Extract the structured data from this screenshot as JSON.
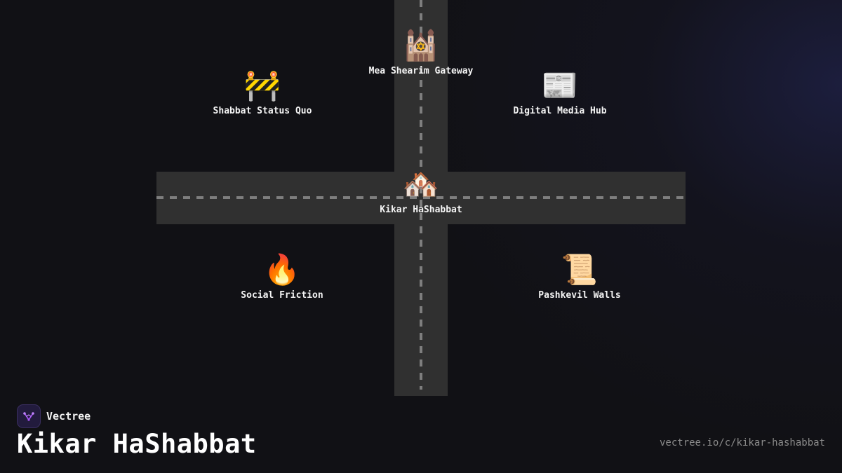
{
  "map": {
    "nodes": [
      {
        "label": "Mea Shearim Gateway",
        "icon": "synagogue-icon",
        "emoji": "🕍"
      },
      {
        "label": "Shabbat Status Quo",
        "icon": "construction-barrier-icon",
        "emoji": "🚧"
      },
      {
        "label": "Digital Media Hub",
        "icon": "newspaper-icon",
        "emoji": "📰"
      },
      {
        "label": "Kikar HaShabbat",
        "icon": "houses-icon",
        "emoji": "🏘️"
      },
      {
        "label": "Social Friction",
        "icon": "fire-icon",
        "emoji": "🔥"
      },
      {
        "label": "Pashkevil Walls",
        "icon": "scroll-icon",
        "emoji": "📜"
      }
    ]
  },
  "footer": {
    "brand": "Vectree",
    "title": "Kikar HaShabbat",
    "url": "vectree.io/c/kikar-hashabbat"
  },
  "colors": {
    "background": "#111115",
    "road": "#303030",
    "road_dash": "#7e7e7e",
    "brand_accent": "#a855f7"
  }
}
